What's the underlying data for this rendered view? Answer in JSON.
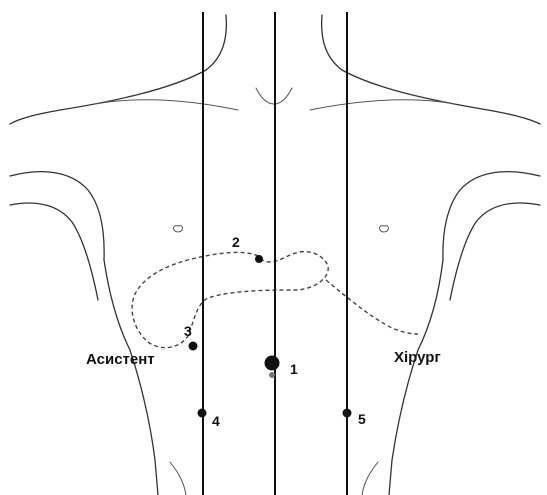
{
  "figure": {
    "ports": [
      {
        "id": "1",
        "label": "1",
        "size": "large"
      },
      {
        "id": "2",
        "label": "2",
        "size": "small"
      },
      {
        "id": "3",
        "label": "3",
        "size": "small"
      },
      {
        "id": "4",
        "label": "4",
        "size": "small"
      },
      {
        "id": "5",
        "label": "5",
        "size": "small"
      }
    ],
    "roles": {
      "assistant": "Асистент",
      "surgeon": "Хірург"
    },
    "colors": {
      "ink": "#111111",
      "outline": "#333333",
      "organ_dash": "#444444",
      "background": "#ffffff"
    }
  }
}
